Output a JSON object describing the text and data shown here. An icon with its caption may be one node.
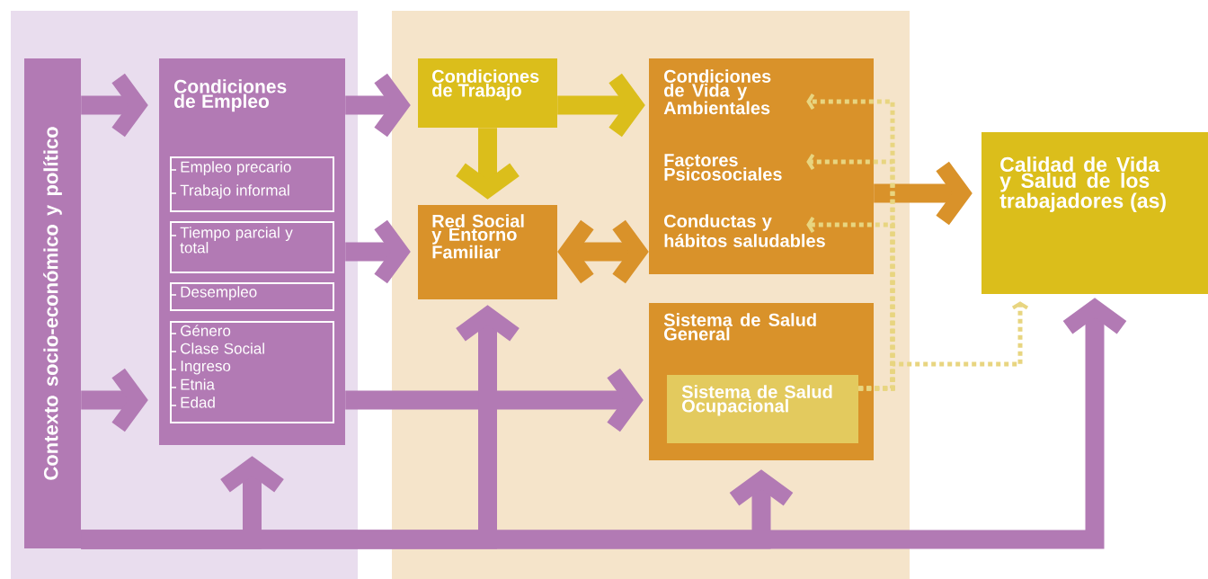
{
  "diagram": {
    "nodes": [
      {
        "text": [
          "Contexto socio-económico y político"
        ]
      },
      {
        "text": [
          "Condiciones de Empleo"
        ]
      },
      {
        "text": [
          "Empleo precario",
          "Trabajo informal"
        ],
        "in": 1
      },
      {
        "text": [
          "Tiempo parcial y total"
        ],
        "in": 1
      },
      {
        "text": [
          "Desempleo"
        ],
        "in": 1
      },
      {
        "text": [
          "Género",
          "Clase Social",
          "Ingreso",
          "Etnia",
          "Edad"
        ],
        "in": 1
      },
      {
        "text": [
          "Condiciones de Trabajo"
        ]
      },
      {
        "text": [
          "Red Social y Entorno Familiar"
        ]
      },
      {
        "text": [
          "Condiciones de Vida y Ambientales",
          "Factores Psicosociales",
          "Conductas y hábitos saludables"
        ]
      },
      {
        "text": [
          "Calidad de Vida y Salud de los trabajadores (as)"
        ]
      },
      {
        "text": [
          "Sistema de Salud General"
        ]
      },
      {
        "text": [
          "Sistema de Salud Ocupacional"
        ],
        "in": 10
      }
    ],
    "edges": [
      {
        "from": 0,
        "to": 1,
        "arrow": "to"
      },
      {
        "from": 0,
        "to": 1,
        "arrow": "to"
      },
      {
        "from": 1,
        "to": 6,
        "arrow": "to"
      },
      {
        "from": 1,
        "to": 7,
        "arrow": "to"
      },
      {
        "from": 1,
        "to": 10,
        "arrow": "to"
      },
      {
        "from": 6,
        "to": 8,
        "arrow": "to",
        "color": "#dbbe1b"
      },
      {
        "from": 6,
        "to": 7,
        "arrow": "to",
        "color": "#dbbe1b"
      },
      {
        "from": 7,
        "to": 8,
        "arrow": "both",
        "color": "#d9922a"
      },
      {
        "from": 8,
        "to": 9,
        "arrow": "to",
        "color": "#d9922a"
      },
      {
        "from": 0,
        "to": 1,
        "arrow": "to"
      },
      {
        "from": 0,
        "to": 7,
        "arrow": "to"
      },
      {
        "from": 0,
        "to": 10,
        "arrow": "to"
      },
      {
        "from": 0,
        "to": 9,
        "arrow": "to"
      },
      {
        "from": 11,
        "to": 8,
        "arrow": "to",
        "style": "dashed",
        "color": "#e8d580"
      },
      {
        "from": 11,
        "to": 8,
        "arrow": "to",
        "style": "dashed",
        "color": "#e8d580"
      },
      {
        "from": 11,
        "to": 8,
        "arrow": "to",
        "style": "dashed",
        "color": "#e8d580"
      },
      {
        "from": 11,
        "to": 9,
        "arrow": "to",
        "style": "dashed",
        "color": "#e8d580"
      }
    ]
  }
}
